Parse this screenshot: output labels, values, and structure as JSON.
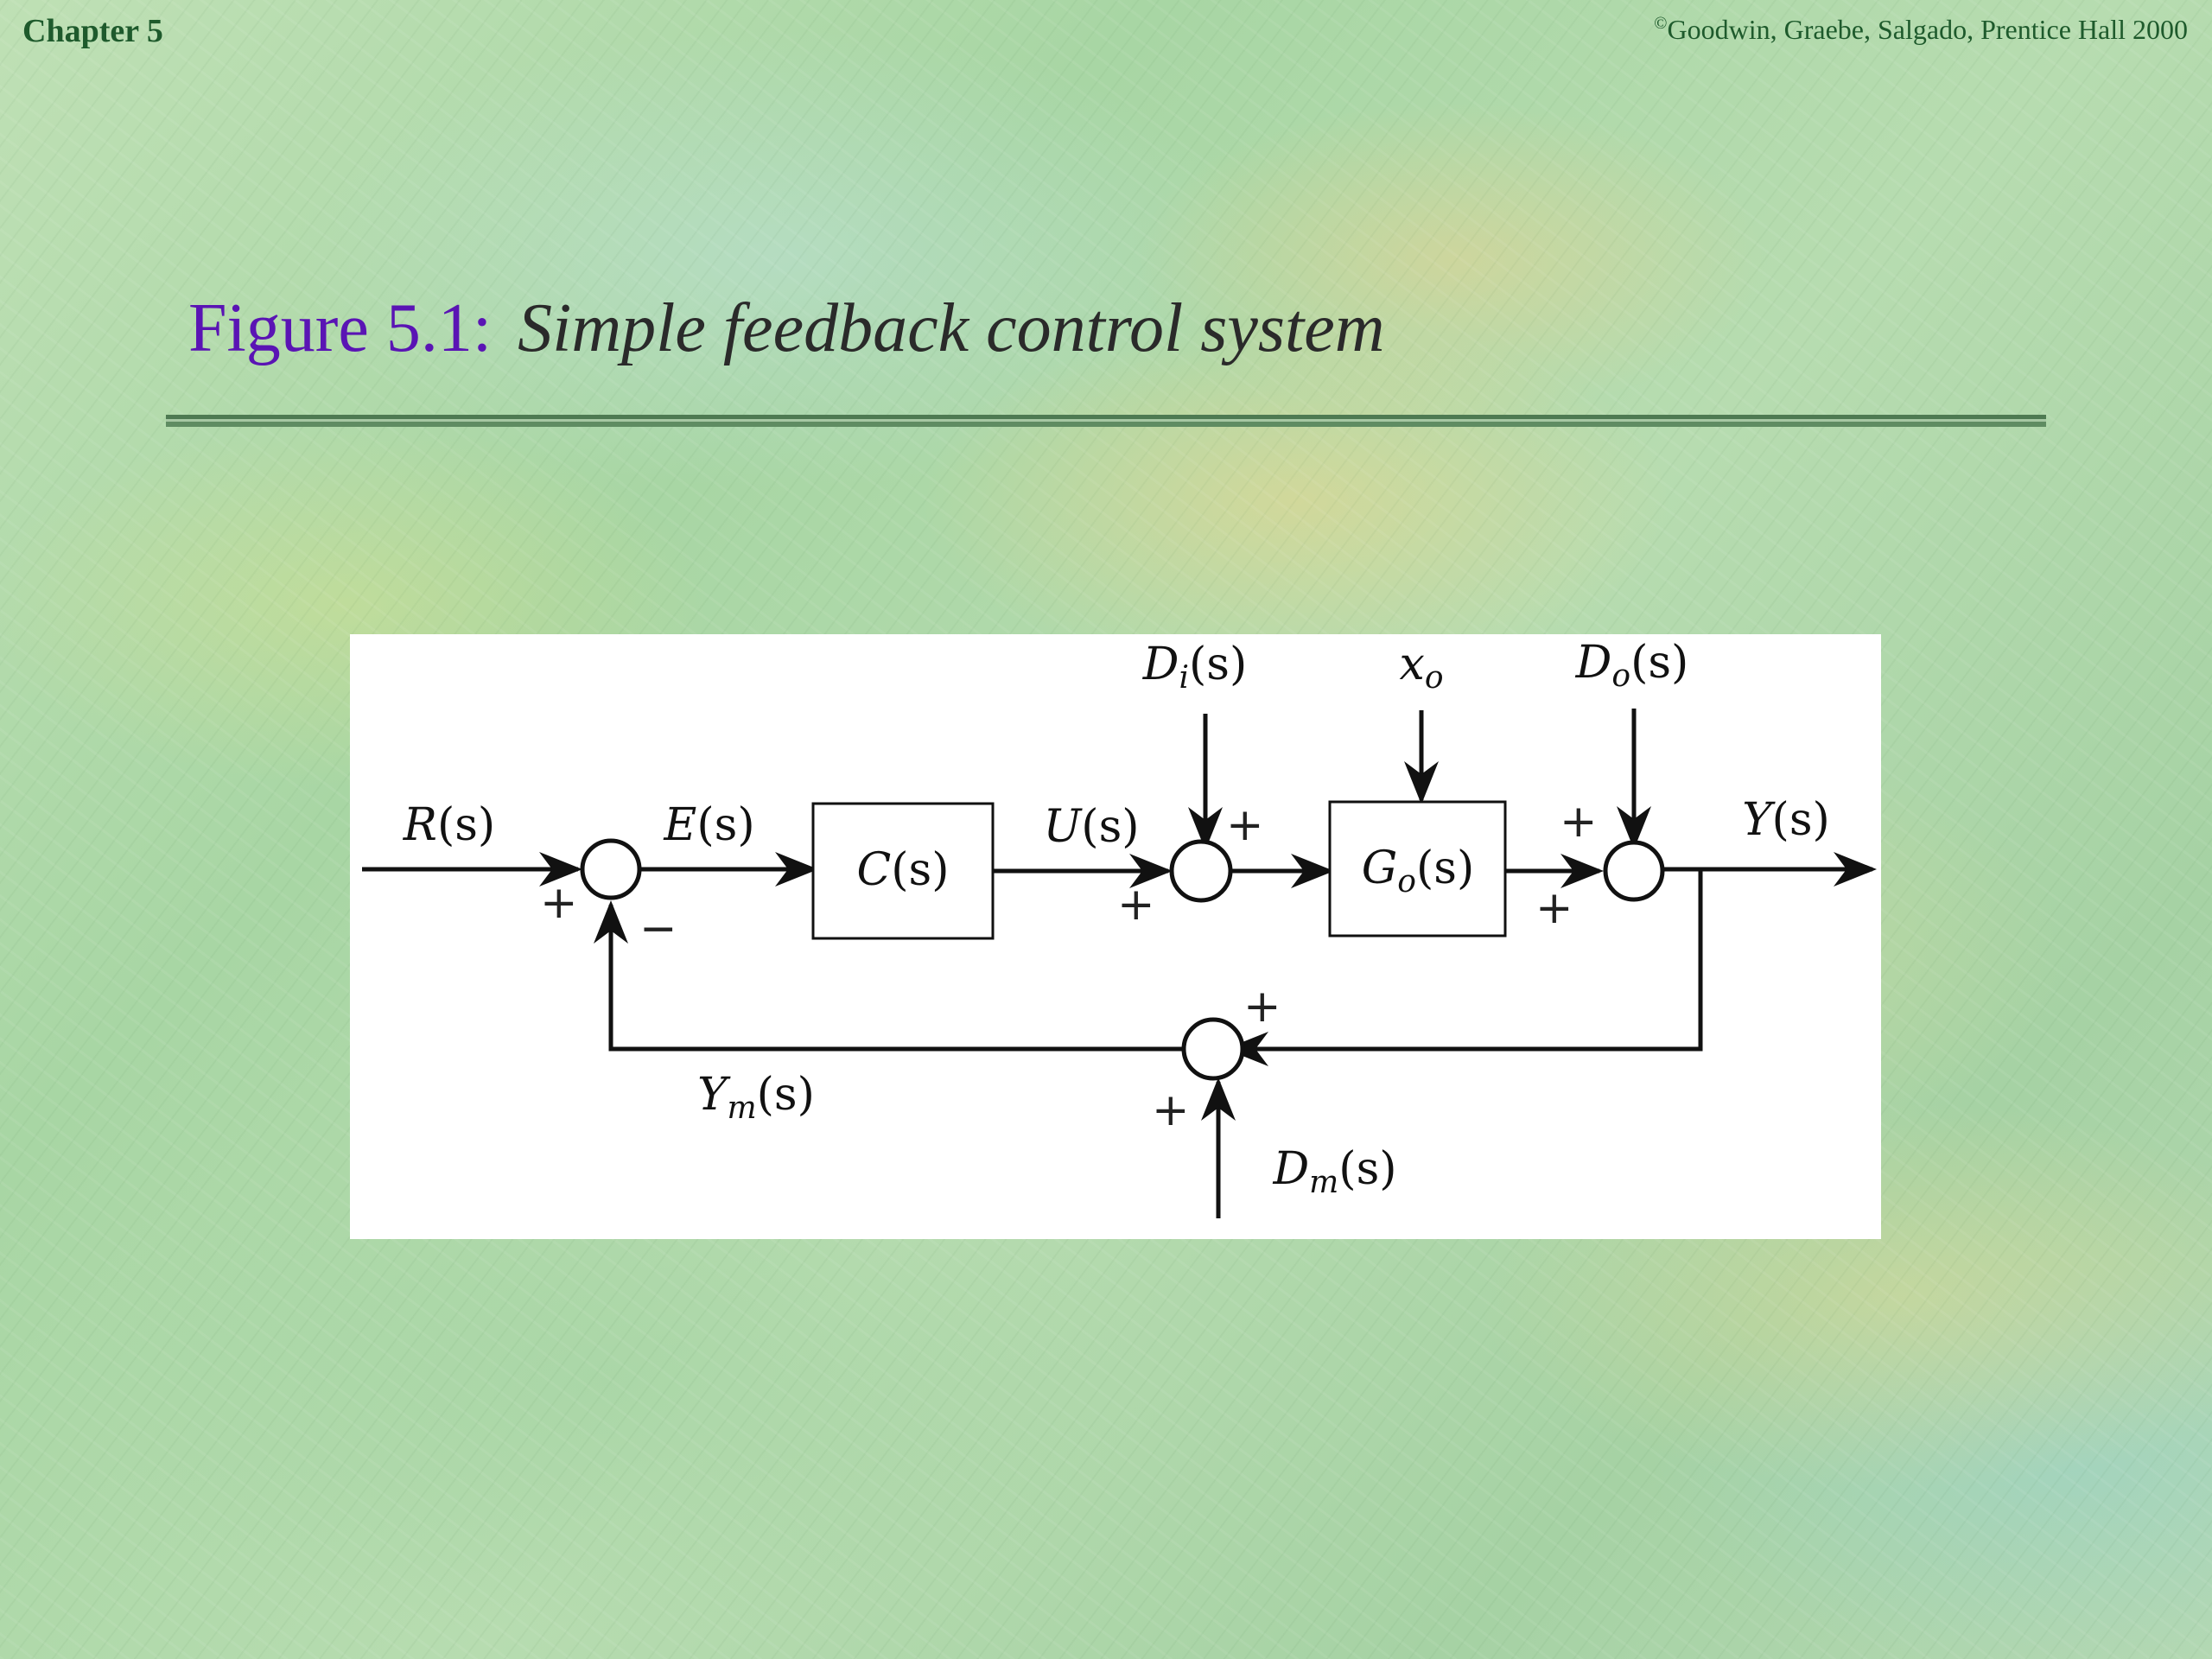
{
  "header": {
    "chapter": "Chapter 5",
    "copyright_symbol": "©",
    "copyright": "Goodwin, Graebe, Salgado, Prentice Hall 2000"
  },
  "title": {
    "figure_number": "Figure 5.1:",
    "caption": "Simple feedback control system"
  },
  "diagram": {
    "blocks": {
      "controller": {
        "main": "C",
        "args": "(s)"
      },
      "plant": {
        "main": "G",
        "sub": "o",
        "args": "(s)"
      }
    },
    "signals": {
      "reference": {
        "main": "R",
        "args": "(s)"
      },
      "error": {
        "main": "E",
        "args": "(s)"
      },
      "control": {
        "main": "U",
        "args": "(s)"
      },
      "output": {
        "main": "Y",
        "args": "(s)"
      },
      "measured_output": {
        "main": "Y",
        "sub": "m",
        "args": "(s)"
      },
      "input_disturbance": {
        "main": "D",
        "sub": "i",
        "args": "(s)"
      },
      "initial_state": {
        "main": "x",
        "sub": "o"
      },
      "output_disturbance": {
        "main": "D",
        "sub": "o",
        "args": "(s)"
      },
      "measurement_noise": {
        "main": "D",
        "sub": "m",
        "args": "(s)"
      }
    },
    "signs": {
      "plus": "+",
      "minus": "−"
    }
  }
}
